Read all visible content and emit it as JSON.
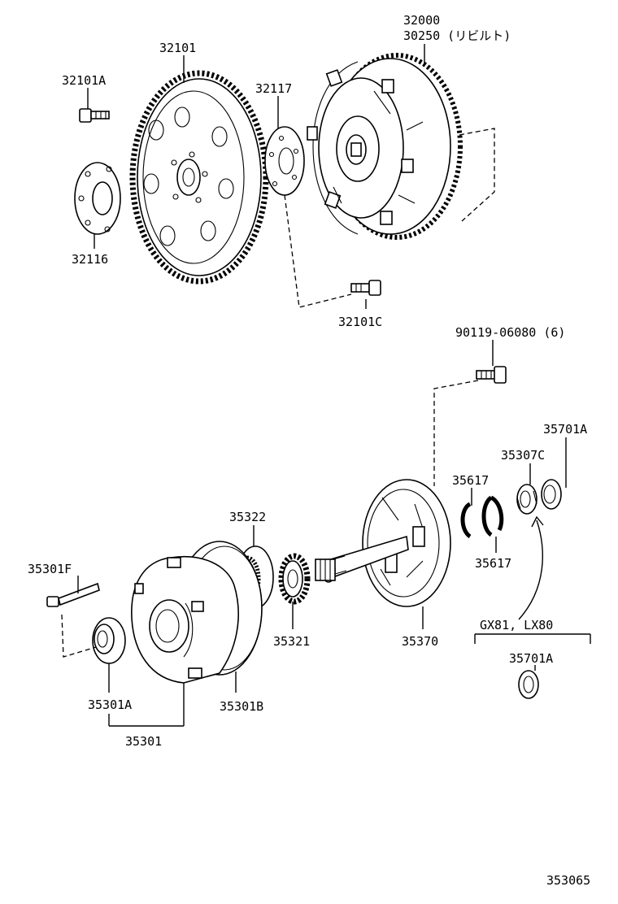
{
  "diagram": {
    "part_numbers": {
      "p32000": "32000",
      "p30250": "30250 (リビルト)",
      "p32101": "32101",
      "p32101A": "32101A",
      "p32117": "32117",
      "p32116": "32116",
      "p32101C": "32101C",
      "p90119": "90119-06080 (6)",
      "p35701A_top": "35701A",
      "p35307C": "35307C",
      "p35617_top": "35617",
      "p35617_bottom": "35617",
      "p35322": "35322",
      "p35301F": "35301F",
      "p35321": "35321",
      "p35370": "35370",
      "p35301A": "35301A",
      "p35301B": "35301B",
      "p35301": "35301",
      "p35701A_bottom": "35701A",
      "variant": "GX81, LX80"
    },
    "figure_id": "353065"
  }
}
